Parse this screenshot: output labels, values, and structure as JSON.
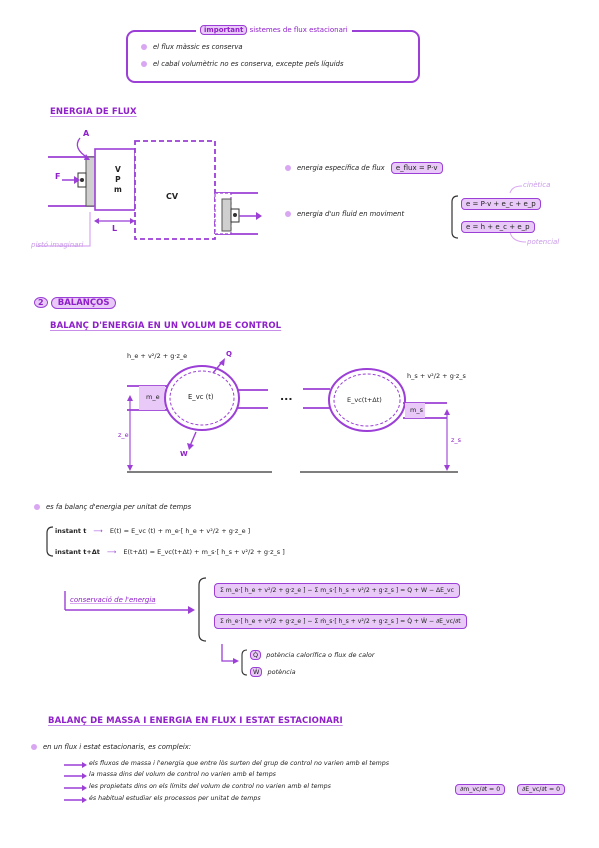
{
  "important": {
    "tag": "important",
    "title": "sistemes de flux estacionari",
    "items": [
      "el flux màssic es conserva",
      "el cabal volumètric no es conserva, excepte pels líquids"
    ]
  },
  "flux": {
    "header": "ENERGIA DE FLUX",
    "labels": {
      "A": "A",
      "F": "F",
      "V": "V",
      "P": "P",
      "m": "m",
      "CV": "CV",
      "L": "L",
      "piston": "pistó imaginari"
    },
    "specific": "energia específica de flux",
    "specific_formula": "e_flux = P·v",
    "moving": "energia d'un fluid en moviment",
    "formula1": "e = P·v + e_c + e_p",
    "formula2": "e = h + e_c + e_p",
    "cinetica": "cinètica",
    "potencial": "potencial"
  },
  "balancos": {
    "num": "2",
    "title": "BALANÇOS",
    "sub_header": "BALANÇ D'ENERGIA EN UN VOLUM DE CONTROL",
    "left_label": "h_e + v²/2 + g·z_e",
    "right_label": "h_s + v²/2 + g·z_s",
    "Q": "Q",
    "W": "W",
    "me": "m_e",
    "ms": "m_s",
    "E_t": "E_vc (t)",
    "E_tdt": "E_vc(t+Δt)",
    "ze": "z_e",
    "zs": "z_s",
    "dots": "...",
    "note": "es fa balanç d'energia per unitat de temps",
    "instant1": "instant t",
    "eq1": "E(t) = E_vc (t) + m_e·[ h_e + v²/2 + g·z_e ]",
    "instant2": "instant t+Δt",
    "eq2": "E(t+Δt) = E_vc(t+Δt) + m_s·[ h_s + v²/2 + g·z_s ]",
    "conservacio": "conservació de l'energia",
    "bal1": "Σ m_e·[ h_e + v²/2 + g·z_e ] − Σ m_s·[ h_s + v²/2 + g·z_s ] = Q + W − ΔE_vc",
    "bal2": "Σ ṁ_e·[ h_e + v²/2 + g·z_e ] − Σ ṁ_s·[ h_s + v²/2 + g·z_s ] = Q̇ + Ẇ − ∂E_vc/∂t",
    "qdot": "Q̇",
    "qdot_desc": "potència calorífica o flux de calor",
    "wdot": "Ẇ",
    "wdot_desc": "potència"
  },
  "massa": {
    "header": "BALANÇ DE MASSA I ENERGIA EN FLUX I ESTAT ESTACIONARI",
    "intro": "en un flux i estat estacionaris, es compleix:",
    "items": [
      "els fluxos de massa i l'energia que entre lòs surten del grup de control no varien amb el temps",
      "la massa dins del volum de control no varien amb el temps",
      "les propietats dins on els límits del volum de control no varien amb el temps",
      "és habitual estudiar els processos per unitat de temps"
    ],
    "f1": "∂m_vc/∂t = 0",
    "f2": "∂E_vc/∂t = 0"
  }
}
